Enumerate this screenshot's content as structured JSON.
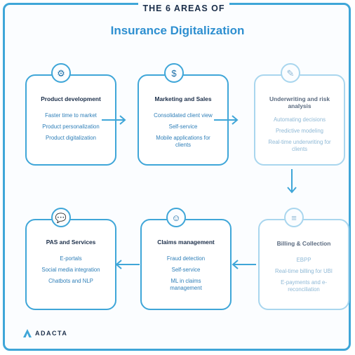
{
  "header": {
    "kicker": "THE 6 AREAS OF",
    "title": "Insurance Digitalization"
  },
  "cards": [
    {
      "title": "Product development",
      "items": [
        "Faster time to market",
        "Product personalization",
        "Product digitalization"
      ],
      "icon": "gear-in-circle-icon"
    },
    {
      "title": "Marketing and Sales",
      "items": [
        "Consolidated client view",
        "Self-service",
        "Mobile applications for clients"
      ],
      "icon": "money-icon"
    },
    {
      "title": "Underwriting and risk analysis",
      "items": [
        "Automating decisions",
        "Predictive modeling",
        "Real-time underwriting for clients"
      ],
      "icon": "document-pen-icon"
    },
    {
      "title": "Billing & Collection",
      "items": [
        "EBPP",
        "Real-time billing for UBI",
        "E-payments and e-reconciliation"
      ],
      "icon": "coins-icon"
    },
    {
      "title": "Claims management",
      "items": [
        "Fraud detection",
        "Self-service",
        "ML in claims management"
      ],
      "icon": "person-headset-icon"
    },
    {
      "title": "PAS and Services",
      "items": [
        "E-portals",
        "Social media integration",
        "Chatbots and NLP"
      ],
      "icon": "chat-bubbles-icon"
    }
  ],
  "brand": {
    "name": "ADACTA",
    "accent": "#3fa6d8",
    "title_color": "#2e8fd0"
  }
}
